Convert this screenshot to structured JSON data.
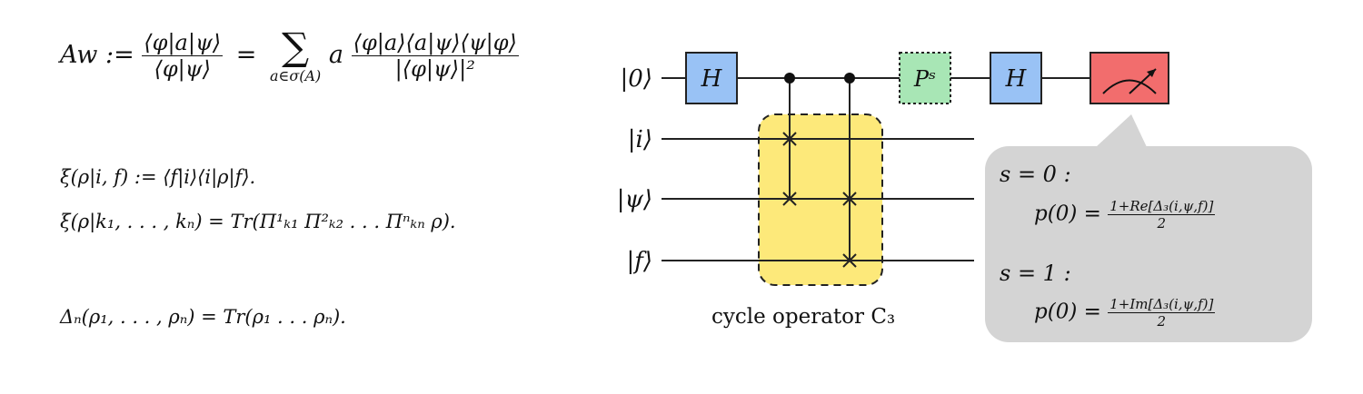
{
  "formulas": {
    "weak_value": "A_w := ⟨φ|a|ψ⟩ / ⟨φ|ψ⟩ = Σ_{a∈σ(A)} a ⟨φ|a⟩⟨a|ψ⟩⟨ψ|φ⟩ / |⟨φ|ψ⟩|²",
    "weak_value_display": {
      "lhs": "Aw :=",
      "frac1_num": "⟨φ|a|ψ⟩",
      "frac1_den": "⟨φ|ψ⟩",
      "eq": "=",
      "sum_symbol": "∑",
      "sum_index": "a∈σ(A)",
      "coef": "a",
      "frac2_num": "⟨φ|a⟩⟨a|ψ⟩⟨ψ|φ⟩",
      "frac2_den": "|⟨φ|ψ⟩|²"
    },
    "xi_if": "ξ(ρ|i, f) := ⟨f|i⟩⟨i|ρ|f⟩.",
    "xi_k": "ξ(ρ|k₁, . . . , kₙ) = Tr(Π¹ₖ₁ Π²ₖ₂ . . . Πⁿₖₙ ρ).",
    "delta": "Δₙ(ρ₁, . . . , ρₙ) = Tr(ρ₁ . . . ρₙ)."
  },
  "circuit": {
    "wires": [
      "|0⟩",
      "|i⟩",
      "|ψ⟩",
      "|f⟩"
    ],
    "gates": {
      "h1": "H",
      "phase": "Pˢ",
      "h2": "H"
    },
    "box_label": "cycle operator C₃",
    "colors": {
      "hadamard": "#99c2f5",
      "phase": "#a8e6b5",
      "measure": "#f26d6d",
      "cycle_box": "#fde97a",
      "callout": "#d4d4d4"
    }
  },
  "callout": {
    "case0_label": "s = 0 :",
    "case0_lhs": "p(0) =",
    "case0_num": "1+Re[Δ₃(i,ψ,f)]",
    "case0_den": "2",
    "case1_label": "s = 1 :",
    "case1_lhs": "p(0) =",
    "case1_num": "1+Im[Δ₃(i,ψ,f)]",
    "case1_den": "2"
  }
}
